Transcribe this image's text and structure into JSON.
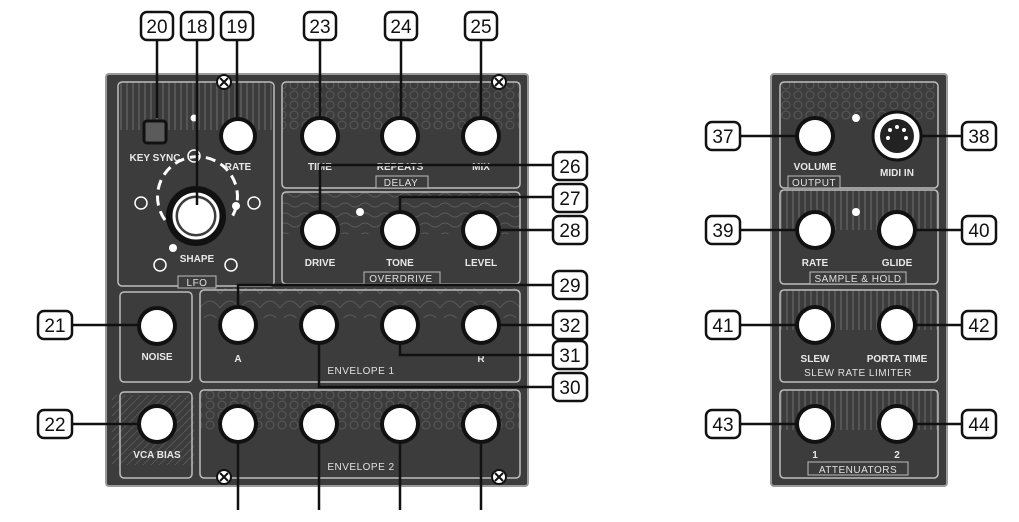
{
  "left_panel": {
    "labels": {
      "key_sync": "KEY SYNC",
      "rate": "RATE",
      "shape": "SHAPE",
      "lfo": "LFO",
      "time": "TIME",
      "repeats": "REPEATS",
      "mix": "MIX",
      "delay": "DELAY",
      "drive": "DRIVE",
      "tone": "TONE",
      "level": "LEVEL",
      "overdrive": "OVERDRIVE",
      "noise": "NOISE",
      "vca_bias": "VCA BIAS",
      "env1_a": "A",
      "env1_r": "R",
      "envelope1": "ENVELOPE 1",
      "envelope2": "ENVELOPE 2"
    }
  },
  "right_panel": {
    "labels": {
      "volume": "VOLUME",
      "output": "OUTPUT",
      "midi_in": "MIDI IN",
      "rate": "RATE",
      "glide": "GLIDE",
      "sample_hold": "SAMPLE & HOLD",
      "slew": "SLEW",
      "porta_time": "PORTA TIME",
      "slew_rate_limiter": "SLEW RATE LIMITER",
      "att1": "1",
      "att2": "2",
      "attenuators": "ATTENUATORS"
    }
  },
  "callouts": {
    "c18": "18",
    "c19": "19",
    "c20": "20",
    "c21": "21",
    "c22": "22",
    "c23": "23",
    "c24": "24",
    "c25": "25",
    "c26": "26",
    "c27": "27",
    "c28": "28",
    "c29": "29",
    "c30": "30",
    "c31": "31",
    "c32": "32",
    "c37": "37",
    "c38": "38",
    "c39": "39",
    "c40": "40",
    "c41": "41",
    "c42": "42",
    "c43": "43",
    "c44": "44"
  },
  "colors": {
    "panel": "#3c3c3c",
    "panel_border": "#8a8a8a",
    "knob": "#ffffff",
    "knob_ring": "#111111",
    "text": "#e8e8e8",
    "callout_box": "#111111"
  }
}
